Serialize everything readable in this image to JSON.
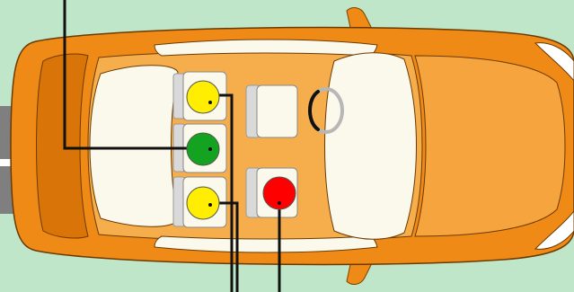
{
  "scene": {
    "background_color": "#bfe6c8",
    "car_body_color": "#f08a17",
    "car_body_dark": "#d97408",
    "car_roof_color": "#f6ae4d",
    "car_hood_color": "#f5a43e",
    "window_color": "#fbf8ec",
    "seat_color": "#fbf8ec",
    "seat_back_color": "#d9d9d9",
    "road_color": "#7f7f7f",
    "road_line_color": "#ffffff",
    "steering_wheel_color": "#111111",
    "steering_wheel_ring_color": "#b7b7b7",
    "wire_color": "#111111"
  },
  "seats": [
    {
      "name": "rear-left",
      "status": "occupied",
      "indicator_color": "#ffee00"
    },
    {
      "name": "rear-center",
      "status": "selected",
      "indicator_color": "#14a321"
    },
    {
      "name": "rear-right",
      "status": "occupied",
      "indicator_color": "#ffee00"
    },
    {
      "name": "front-driver",
      "status": "empty",
      "indicator_color": ""
    },
    {
      "name": "front-passenger",
      "status": "alert",
      "indicator_color": "#ff0000"
    }
  ]
}
